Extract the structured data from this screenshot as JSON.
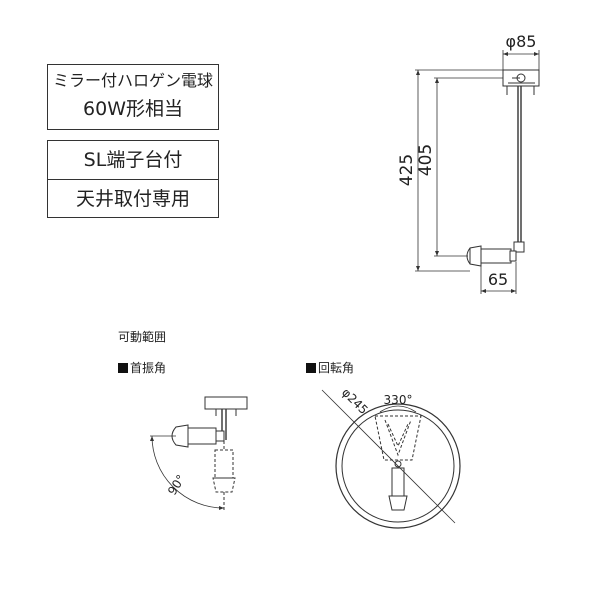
{
  "specs": {
    "lamp_line1": "ミラー付ハロゲン電球",
    "lamp_line2": "60W形相当",
    "terminal": "SL端子台付",
    "mount": "天井取付専用"
  },
  "dimensions": {
    "base_diameter": "φ85",
    "overall_height": "425",
    "arm_length": "405",
    "head_width": "65"
  },
  "movable_range": {
    "title": "可動範囲",
    "swing_title": "首振角",
    "swing_angle": "90°",
    "rotation_title": "回転角",
    "rotation_diameter": "φ245",
    "rotation_angle": "330°"
  }
}
